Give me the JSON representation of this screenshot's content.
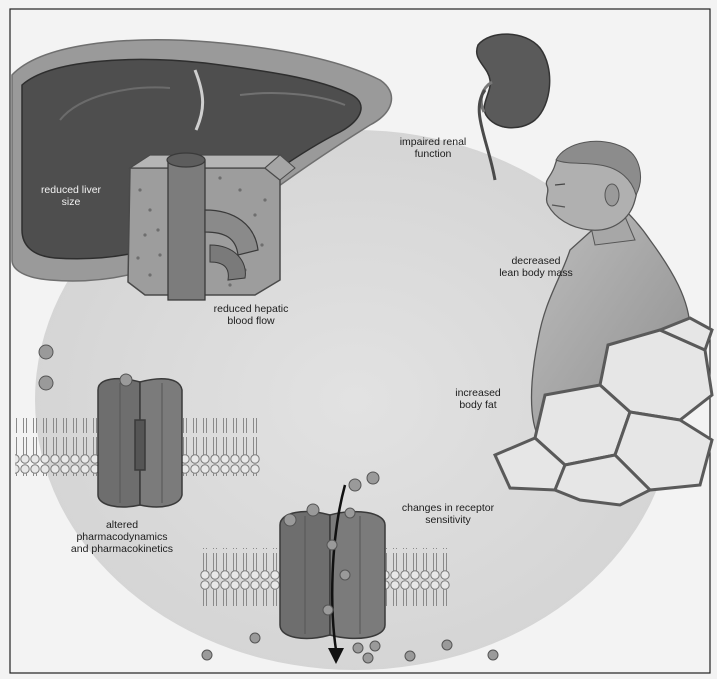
{
  "labels": {
    "liver": [
      "reduced liver",
      "size"
    ],
    "hepatic": [
      "reduced hepatic",
      "blood flow"
    ],
    "renal": [
      "impaired renal",
      "function"
    ],
    "lean": [
      "decreased",
      "lean body mass"
    ],
    "fat": [
      "increased",
      "body fat"
    ],
    "pharma": [
      "altered",
      "pharmacodynamics",
      "and pharmacokinetics"
    ],
    "receptor": [
      "changes in receptor",
      "sensitivity"
    ]
  },
  "colors": {
    "organ": "#5a5a5a",
    "liver_dark": "#4a4a4a",
    "background_oval": "#d9d9d9",
    "text": "#1c1c1c"
  }
}
